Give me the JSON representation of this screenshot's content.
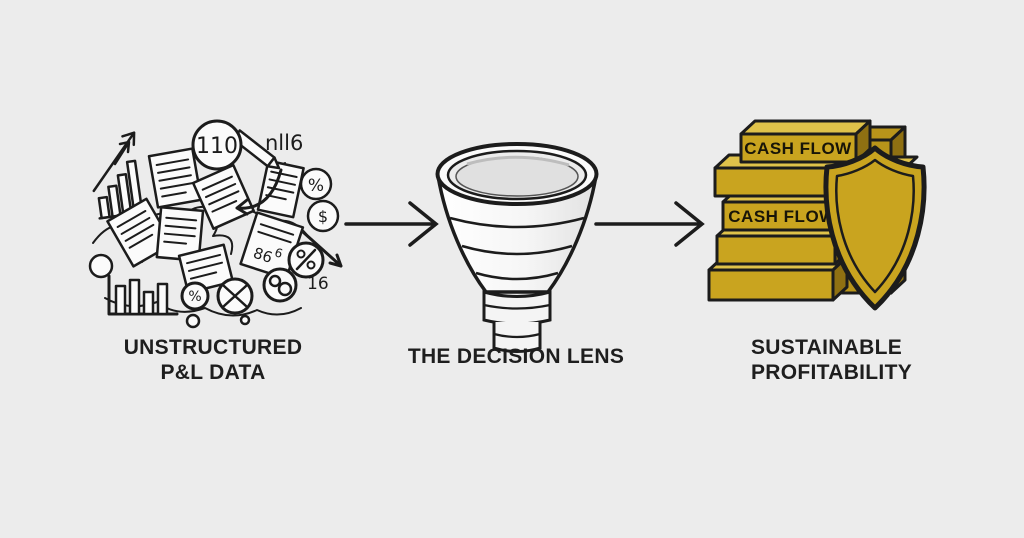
{
  "colors": {
    "bg": "#ECECEC",
    "ink": "#1C1C1C",
    "paper": "#FBFBFB",
    "gold": "#C9A41F",
    "gold_light": "#DFC24A",
    "gold_dark": "#8F7012",
    "gold_back": "#B8941A"
  },
  "labels": {
    "left": {
      "line1": "UNSTRUCTURED",
      "line2": "P&L DATA"
    },
    "center": {
      "line1": "THE DECISION LENS"
    },
    "right": {
      "line1": "SUSTAINABLE",
      "line2": "PROFITABILITY"
    }
  },
  "bars": {
    "top_label": "CASH FLOW",
    "middle_label": "CASH FLOW"
  },
  "doodle": {
    "circled_number": "110",
    "tally": "nll6",
    "count": "16",
    "percent": "%",
    "dollar": "$"
  }
}
